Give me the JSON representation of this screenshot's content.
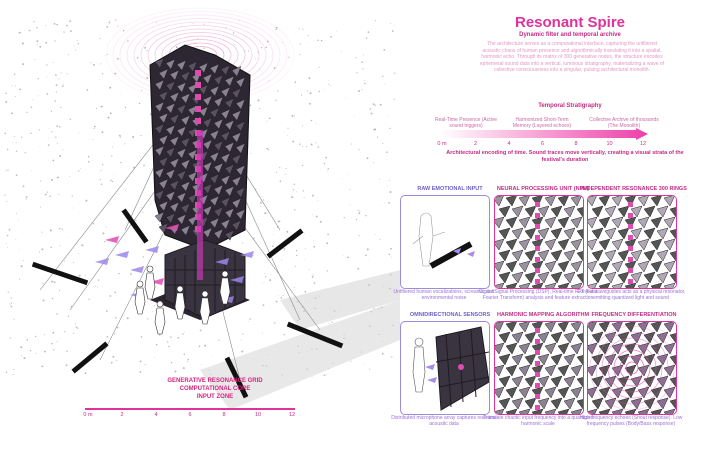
{
  "header": {
    "title": "Resonant Spire",
    "subtitle": "Dynamic filter and temporal archive",
    "description": "The architecture serves as a computational interface, capturing the unfiltered acoustic chaos of human presence and algorithmically translating it into a spatial, harmonic echo. Through its matrix of 300 generative nodes, the structure encodes ephemeral sound data into a vertical, luminous stratigraphy, materializing a wave of collective consciousness into a singular, pulsing architectural monolith."
  },
  "stratigraphy": {
    "title": "Temporal Stratigraphy",
    "phases": [
      "Real-Time Presence (Active sound triggers)",
      "Harmonized Short-Term Memory (Layered echoes)",
      "Collective Archive of thousands (The Monolith)"
    ],
    "ticks": [
      "0 m",
      "2",
      "4",
      "6",
      "8",
      "10",
      "12"
    ],
    "caption": "Architectural encoding of time. Sound traces move vertically, creating a visual strata of the festival's duration"
  },
  "panels": [
    {
      "heading": "RAW EMOTIONAL INPUT",
      "caption": "Unfiltered human vocalizations, screams, and environmental noise"
    },
    {
      "heading": "NEURAL PROCESSING UNIT (NPU)",
      "caption": "Digital Signal Processing (DSP), Real-time FFT (Fast Fourier Transform) analysis and feature extraction"
    },
    {
      "heading": "INDEPENDENT RESONANCE 300 RINGS",
      "caption": "Conical waveguides acts as a physical resonator, emitting quantized light and sound"
    },
    {
      "heading": "OMNIDIRECTIONAL SENSORS",
      "caption": "Distributed microphone array captures real-time acoustic data"
    },
    {
      "heading": "HARMONIC MAPPING ALGORITHM",
      "caption": "Translate chaotic input frequency into a quantized harmonic scale"
    },
    {
      "heading": "FREQUENCY DIFFERENTIATION",
      "caption": "High frequency echoes (Shout response). Low frequency pulses (Body/Bass response)"
    }
  ],
  "zones": {
    "grid": "GENERATIVE RESONANCE GRID",
    "core": "COMPUTATIONAL CORE",
    "input": "INPUT ZONE"
  },
  "scale": {
    "ticks": [
      "0 m",
      "2",
      "4",
      "6",
      "8",
      "10",
      "12"
    ]
  },
  "colors": {
    "accent": "#e0329c",
    "accent_dark": "#c42b86",
    "soft_pink": "#e597c4",
    "violet": "#9c8be0",
    "purple_text": "#6d5fc9",
    "structure": "#2a2530"
  }
}
